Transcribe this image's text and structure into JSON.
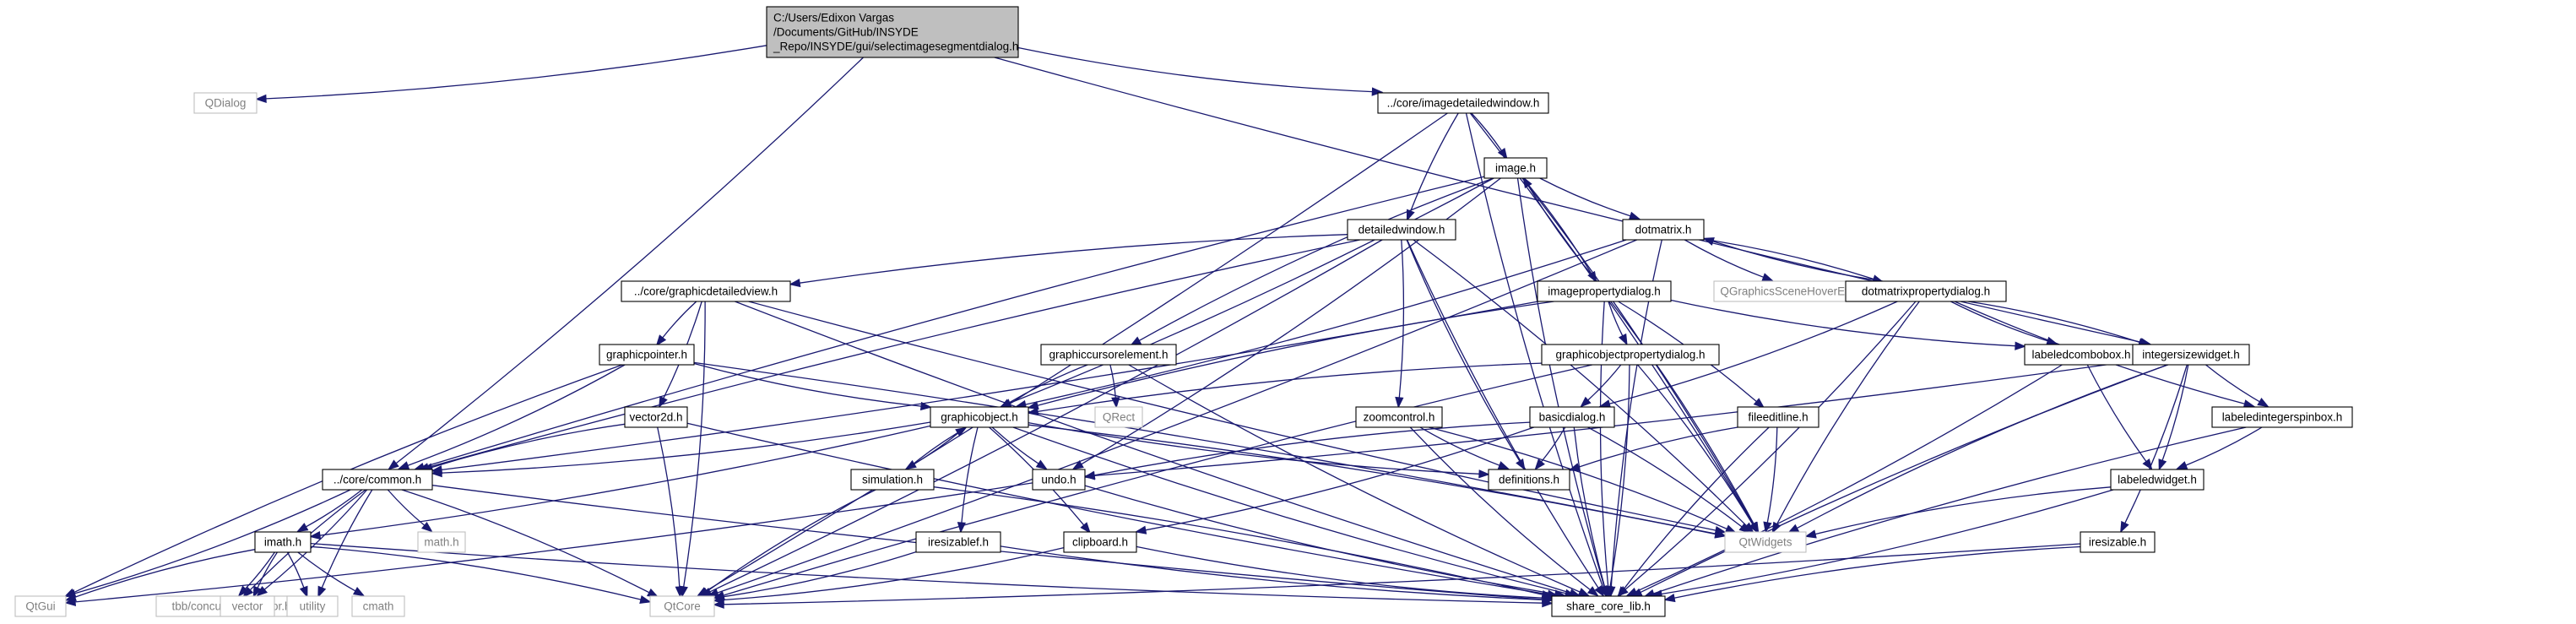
{
  "colors": {
    "edge": "#191970",
    "box_border": "#000000",
    "box_border_external": "#bfbfbf",
    "text": "#000000",
    "text_external": "#808080",
    "root_fill": "#bfbfbf",
    "node_fill": "#ffffff"
  },
  "nodes": {
    "root": {
      "lines": [
        "C:/Users/Edixon Vargas",
        "/Documents/GitHub/INSYDE",
        "_Repo/INSYDE/gui/selectimagesegmentdialog.h"
      ],
      "kind": "root"
    },
    "qdialog": {
      "lines": [
        "QDialog"
      ],
      "kind": "external"
    },
    "imagedetailedwindow": {
      "lines": [
        "../core/imagedetailedwindow.h"
      ],
      "kind": "file"
    },
    "image": {
      "lines": [
        "image.h"
      ],
      "kind": "file"
    },
    "detailedwindow": {
      "lines": [
        "detailedwindow.h"
      ],
      "kind": "file"
    },
    "dotmatrix": {
      "lines": [
        "dotmatrix.h"
      ],
      "kind": "file"
    },
    "qgraphicsscenehoverevent": {
      "lines": [
        "QGraphicsSceneHoverEvent"
      ],
      "kind": "external"
    },
    "graphicdetailedview": {
      "lines": [
        "../core/graphicdetailedview.h"
      ],
      "kind": "file"
    },
    "imagepropertydialog": {
      "lines": [
        "imagepropertydialog.h"
      ],
      "kind": "file"
    },
    "dotmatrixpropertydialog": {
      "lines": [
        "dotmatrixpropertydialog.h"
      ],
      "kind": "file"
    },
    "graphicpointer": {
      "lines": [
        "graphicpointer.h"
      ],
      "kind": "file"
    },
    "graphiccursorelement": {
      "lines": [
        "graphiccursorelement.h"
      ],
      "kind": "file"
    },
    "graphicobjectpropertydialog": {
      "lines": [
        "graphicobjectpropertydialog.h"
      ],
      "kind": "file"
    },
    "labeledcombobox": {
      "lines": [
        "labeledcombobox.h"
      ],
      "kind": "file"
    },
    "integersizewidget": {
      "lines": [
        "integersizewidget.h"
      ],
      "kind": "file"
    },
    "qrect": {
      "lines": [
        "QRect"
      ],
      "kind": "external"
    },
    "vector2d": {
      "lines": [
        "vector2d.h"
      ],
      "kind": "file"
    },
    "graphicobject": {
      "lines": [
        "graphicobject.h"
      ],
      "kind": "file"
    },
    "zoomcontrol": {
      "lines": [
        "zoomcontrol.h"
      ],
      "kind": "file"
    },
    "basicdialog": {
      "lines": [
        "basicdialog.h"
      ],
      "kind": "file"
    },
    "fileeditline": {
      "lines": [
        "fileeditline.h"
      ],
      "kind": "file"
    },
    "labeledintegerspinbox": {
      "lines": [
        "labeledintegerspinbox.h"
      ],
      "kind": "file"
    },
    "common": {
      "lines": [
        "../core/common.h"
      ],
      "kind": "file"
    },
    "undo": {
      "lines": [
        "undo.h"
      ],
      "kind": "file"
    },
    "simulation": {
      "lines": [
        "simulation.h"
      ],
      "kind": "file"
    },
    "definitions": {
      "lines": [
        "definitions.h"
      ],
      "kind": "file"
    },
    "labeledwidget": {
      "lines": [
        "labeledwidget.h"
      ],
      "kind": "file"
    },
    "math": {
      "lines": [
        "math.h"
      ],
      "kind": "external"
    },
    "qtwidgets": {
      "lines": [
        "QtWidgets"
      ],
      "kind": "external"
    },
    "imath": {
      "lines": [
        "imath.h"
      ],
      "kind": "file"
    },
    "iresizablef": {
      "lines": [
        "iresizablef.h"
      ],
      "kind": "file"
    },
    "clipboard": {
      "lines": [
        "clipboard.h"
      ],
      "kind": "file"
    },
    "iresizable": {
      "lines": [
        "iresizable.h"
      ],
      "kind": "file"
    },
    "qtgui": {
      "lines": [
        "QtGui"
      ],
      "kind": "external"
    },
    "tbb": {
      "lines": [
        "tbb/concurrent_vector.h"
      ],
      "kind": "external"
    },
    "vector": {
      "lines": [
        "vector"
      ],
      "kind": "external"
    },
    "utility": {
      "lines": [
        "utility"
      ],
      "kind": "external"
    },
    "cmath": {
      "lines": [
        "cmath"
      ],
      "kind": "external"
    },
    "qtcore": {
      "lines": [
        "QtCore"
      ],
      "kind": "external"
    },
    "share_core_lib": {
      "lines": [
        "share_core_lib.h"
      ],
      "kind": "file"
    }
  },
  "edges": [
    [
      "root",
      "qdialog"
    ],
    [
      "root",
      "imagedetailedwindow"
    ],
    [
      "root",
      "common"
    ],
    [
      "root",
      "integersizewidget"
    ],
    [
      "imagedetailedwindow",
      "image"
    ],
    [
      "imagedetailedwindow",
      "detailedwindow"
    ],
    [
      "imagedetailedwindow",
      "qtcore"
    ],
    [
      "imagedetailedwindow",
      "share_core_lib"
    ],
    [
      "imagedetailedwindow",
      "qtwidgets"
    ],
    [
      "image",
      "dotmatrix"
    ],
    [
      "image",
      "imagepropertydialog"
    ],
    [
      "image",
      "graphiccursorelement"
    ],
    [
      "image",
      "graphicobject"
    ],
    [
      "image",
      "common"
    ],
    [
      "image",
      "qtwidgets"
    ],
    [
      "image",
      "share_core_lib"
    ],
    [
      "image",
      "undo"
    ],
    [
      "detailedwindow",
      "graphicdetailedview"
    ],
    [
      "detailedwindow",
      "zoomcontrol"
    ],
    [
      "detailedwindow",
      "definitions"
    ],
    [
      "detailedwindow",
      "qtwidgets"
    ],
    [
      "detailedwindow",
      "share_core_lib"
    ],
    [
      "detailedwindow",
      "qtcore"
    ],
    [
      "detailedwindow",
      "common"
    ],
    [
      "dotmatrix",
      "dotmatrixpropertydialog"
    ],
    [
      "dotmatrix",
      "qgraphicsscenehoverevent"
    ],
    [
      "dotmatrix",
      "graphicobject"
    ],
    [
      "dotmatrix",
      "share_core_lib"
    ],
    [
      "dotmatrix",
      "qtcore"
    ],
    [
      "graphicdetailedview",
      "graphicpointer"
    ],
    [
      "graphicdetailedview",
      "vector2d"
    ],
    [
      "graphicdetailedview",
      "qtwidgets"
    ],
    [
      "graphicdetailedview",
      "qtcore"
    ],
    [
      "graphicdetailedview",
      "share_core_lib"
    ],
    [
      "imagepropertydialog",
      "image"
    ],
    [
      "imagepropertydialog",
      "graphicobjectpropertydialog"
    ],
    [
      "imagepropertydialog",
      "fileeditline"
    ],
    [
      "imagepropertydialog",
      "labeledcombobox"
    ],
    [
      "imagepropertydialog",
      "qtwidgets"
    ],
    [
      "imagepropertydialog",
      "share_core_lib"
    ],
    [
      "imagepropertydialog",
      "common"
    ],
    [
      "imagepropertydialog",
      "graphicobject"
    ],
    [
      "dotmatrixpropertydialog",
      "dotmatrix"
    ],
    [
      "dotmatrixpropertydialog",
      "labeledcombobox"
    ],
    [
      "dotmatrixpropertydialog",
      "integersizewidget"
    ],
    [
      "dotmatrixpropertydialog",
      "labeledintegerspinbox"
    ],
    [
      "dotmatrixpropertydialog",
      "basicdialog"
    ],
    [
      "dotmatrixpropertydialog",
      "qtwidgets"
    ],
    [
      "dotmatrixpropertydialog",
      "share_core_lib"
    ],
    [
      "graphicpointer",
      "graphicobject"
    ],
    [
      "graphicpointer",
      "common"
    ],
    [
      "graphicpointer",
      "qtgui"
    ],
    [
      "graphicpointer",
      "qtwidgets"
    ],
    [
      "graphiccursorelement",
      "graphicobject"
    ],
    [
      "graphiccursorelement",
      "qrect"
    ],
    [
      "graphiccursorelement",
      "share_core_lib"
    ],
    [
      "graphicobjectpropertydialog",
      "basicdialog"
    ],
    [
      "graphicobjectpropertydialog",
      "graphicobject"
    ],
    [
      "graphicobjectpropertydialog",
      "qtwidgets"
    ],
    [
      "graphicobjectpropertydialog",
      "qtcore"
    ],
    [
      "graphicobjectpropertydialog",
      "share_core_lib"
    ],
    [
      "labeledcombobox",
      "labeledwidget"
    ],
    [
      "labeledcombobox",
      "share_core_lib"
    ],
    [
      "integersizewidget",
      "labeledintegerspinbox"
    ],
    [
      "integersizewidget",
      "labeledwidget"
    ],
    [
      "integersizewidget",
      "qtwidgets"
    ],
    [
      "integersizewidget",
      "iresizable"
    ],
    [
      "integersizewidget",
      "share_core_lib"
    ],
    [
      "integersizewidget",
      "undo"
    ],
    [
      "vector2d",
      "common"
    ],
    [
      "vector2d",
      "qtcore"
    ],
    [
      "vector2d",
      "share_core_lib"
    ],
    [
      "graphicobject",
      "simulation"
    ],
    [
      "graphicobject",
      "undo"
    ],
    [
      "graphicobject",
      "common"
    ],
    [
      "graphicobject",
      "iresizablef"
    ],
    [
      "graphicobject",
      "clipboard"
    ],
    [
      "graphicobject",
      "definitions"
    ],
    [
      "graphicobject",
      "qtwidgets"
    ],
    [
      "graphicobject",
      "share_core_lib"
    ],
    [
      "graphicobject",
      "imath"
    ],
    [
      "zoomcontrol",
      "definitions"
    ],
    [
      "zoomcontrol",
      "qtwidgets"
    ],
    [
      "zoomcontrol",
      "share_core_lib"
    ],
    [
      "basicdialog",
      "definitions"
    ],
    [
      "basicdialog",
      "undo"
    ],
    [
      "basicdialog",
      "qtwidgets"
    ],
    [
      "basicdialog",
      "share_core_lib"
    ],
    [
      "basicdialog",
      "clipboard"
    ],
    [
      "fileeditline",
      "definitions"
    ],
    [
      "fileeditline",
      "qtwidgets"
    ],
    [
      "fileeditline",
      "share_core_lib"
    ],
    [
      "labeledintegerspinbox",
      "labeledwidget"
    ],
    [
      "labeledintegerspinbox",
      "share_core_lib"
    ],
    [
      "common",
      "imath"
    ],
    [
      "common",
      "math"
    ],
    [
      "common",
      "qtgui"
    ],
    [
      "common",
      "tbb"
    ],
    [
      "common",
      "vector"
    ],
    [
      "common",
      "utility"
    ],
    [
      "common",
      "qtcore"
    ],
    [
      "common",
      "share_core_lib"
    ],
    [
      "undo",
      "qtgui"
    ],
    [
      "undo",
      "share_core_lib"
    ],
    [
      "simulation",
      "graphicobject"
    ],
    [
      "simulation",
      "qtcore"
    ],
    [
      "simulation",
      "share_core_lib"
    ],
    [
      "labeledwidget",
      "qtwidgets"
    ],
    [
      "labeledwidget",
      "share_core_lib"
    ],
    [
      "imath",
      "qtgui"
    ],
    [
      "imath",
      "tbb"
    ],
    [
      "imath",
      "vector"
    ],
    [
      "imath",
      "utility"
    ],
    [
      "imath",
      "cmath"
    ],
    [
      "imath",
      "qtcore"
    ],
    [
      "imath",
      "share_core_lib"
    ],
    [
      "iresizablef",
      "qtcore"
    ],
    [
      "iresizablef",
      "share_core_lib"
    ],
    [
      "clipboard",
      "qtcore"
    ],
    [
      "clipboard",
      "share_core_lib"
    ],
    [
      "iresizable",
      "qtcore"
    ],
    [
      "iresizable",
      "share_core_lib"
    ]
  ]
}
